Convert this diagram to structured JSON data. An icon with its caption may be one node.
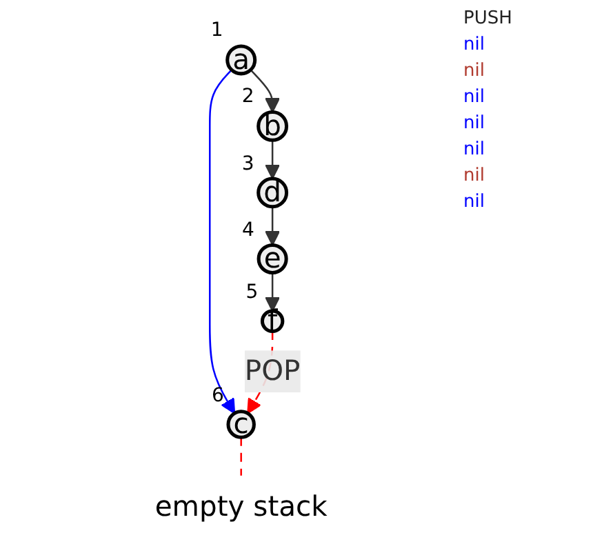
{
  "diagram": {
    "nodes": [
      {
        "text": [
          "a"
        ],
        "beside": [
          "1"
        ]
      },
      {
        "text": [
          "b"
        ],
        "beside": [
          "2"
        ]
      },
      {
        "text": [
          "c"
        ],
        "beside": [
          "6"
        ]
      },
      {
        "text": [
          "d"
        ],
        "beside": [
          "3"
        ]
      },
      {
        "text": [
          "e"
        ],
        "beside": [
          "4"
        ]
      },
      {
        "text": [
          "f"
        ],
        "beside": [
          "5"
        ]
      },
      {
        "text": [
          "empty stack"
        ]
      }
    ],
    "edges": [
      {
        "from": 0,
        "to": 1,
        "arrow": "to"
      },
      {
        "from": 0,
        "to": 2,
        "arrow": "to",
        "color": "#0000ff"
      },
      {
        "from": 1,
        "to": 3,
        "arrow": "to"
      },
      {
        "from": 3,
        "to": 4,
        "arrow": "to"
      },
      {
        "from": 4,
        "to": 5,
        "arrow": "to"
      },
      {
        "from": 5,
        "to": 2,
        "arrow": "to",
        "label": "POP",
        "style": "dashed",
        "color": "#ff0000"
      },
      {
        "from": 2,
        "to": 6,
        "arrow": "none",
        "style": "dashed",
        "color": "#ff0000"
      }
    ],
    "labels": [
      "PUSH",
      "nil",
      "nil",
      "nil",
      "nil",
      "nil",
      "nil",
      "nil"
    ]
  }
}
